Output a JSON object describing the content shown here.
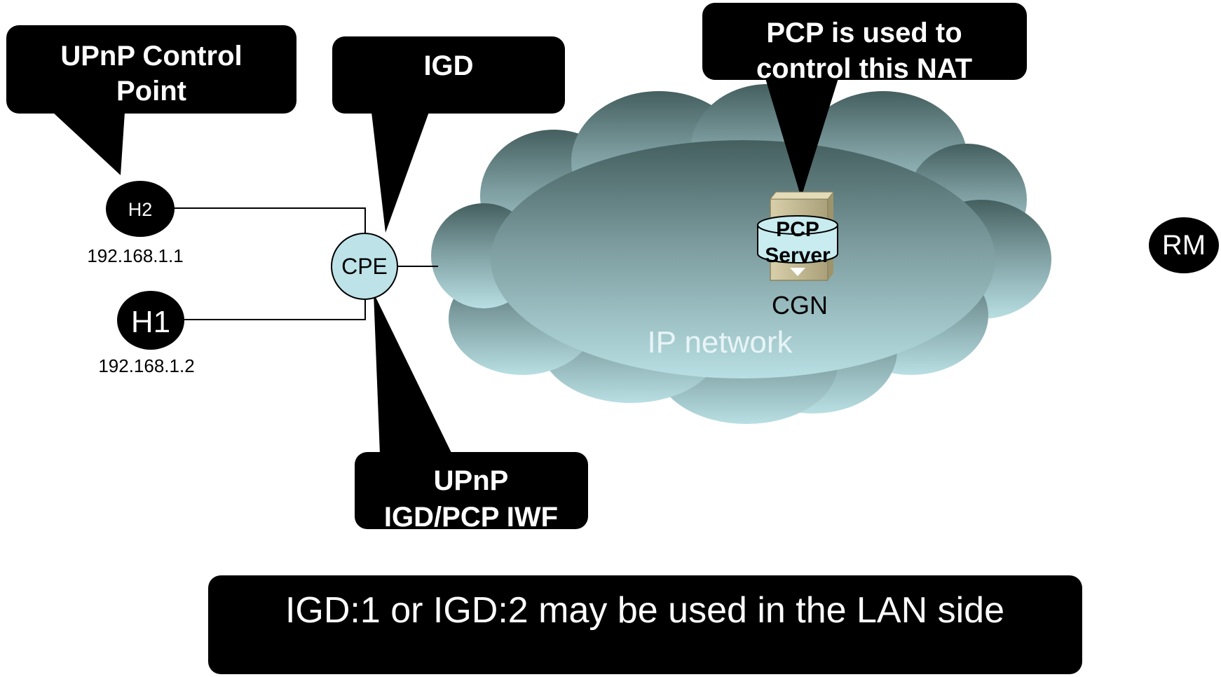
{
  "callouts": {
    "upnp_control_point": [
      "UPnP Control",
      "Point"
    ],
    "igd": [
      "IGD"
    ],
    "pcp_control": [
      "PCP is used to",
      "control this NAT"
    ],
    "upnp_iwf": [
      "UPnP",
      "IGD/PCP IWF"
    ]
  },
  "nodes": {
    "h2": {
      "label": "H2",
      "ip": "192.168.1.1"
    },
    "h1": {
      "label": "H1",
      "ip": "192.168.1.2"
    },
    "cpe": {
      "label": "CPE"
    },
    "rm": {
      "label": "RM"
    },
    "pcp_server": {
      "label": [
        "PCP",
        "Server"
      ],
      "caption": "CGN"
    }
  },
  "cloud": {
    "label": "IP network"
  },
  "banner": {
    "text": "IGD:1 or IGD:2 may be used in the LAN side"
  },
  "colors": {
    "cloud_top": "#455f5f",
    "cloud_bottom": "#b8dfe3",
    "cloud_label": "#e8f4f6",
    "cpe_fill": "#bde3e8",
    "server_box": "#c9c19b",
    "server_cylinder": "#c8ecf0",
    "callout_fill": "#000000",
    "callout_text": "#ffffff"
  },
  "icons": {
    "pcp_server": "server-icon"
  }
}
